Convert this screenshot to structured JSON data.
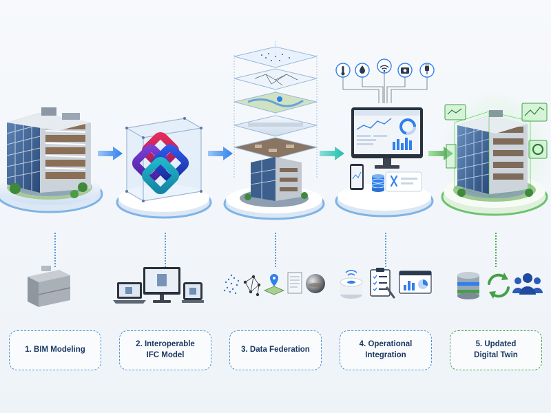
{
  "steps": [
    {
      "label": "1. BIM Modeling"
    },
    {
      "label": "2. Interoperable\nIFC Model"
    },
    {
      "label": "3. Data Federation"
    },
    {
      "label": "4. Operational\nIntegration"
    },
    {
      "label": "5. Updated\nDigital Twin"
    }
  ],
  "colors": {
    "accent_blue": "#2f80ed",
    "accent_teal": "#1fbfb0",
    "accent_green": "#43a047",
    "label_text": "#1b3a63"
  },
  "icons": {
    "step1_main": "building-icon",
    "step1_sub": "block-icon",
    "step2_main": "ifc-logo-icon",
    "step2_sub": "devices-icon",
    "step3_main": "layer-stack-icon",
    "step3_sub": [
      "point-cloud-icon",
      "network-icon",
      "map-pin-icon",
      "document-icon",
      "sphere-icon"
    ],
    "step4_main": "dashboard-icon",
    "step4_top": [
      "thermometer-icon",
      "water-drop-icon",
      "wifi-icon",
      "camera-icon",
      "plug-icon"
    ],
    "step4_sub": [
      "sensor-icon",
      "checklist-icon",
      "analytics-icon"
    ],
    "step5_main": "digital-twin-building-icon",
    "step5_sub": [
      "database-icon",
      "sync-icon",
      "users-icon"
    ]
  }
}
